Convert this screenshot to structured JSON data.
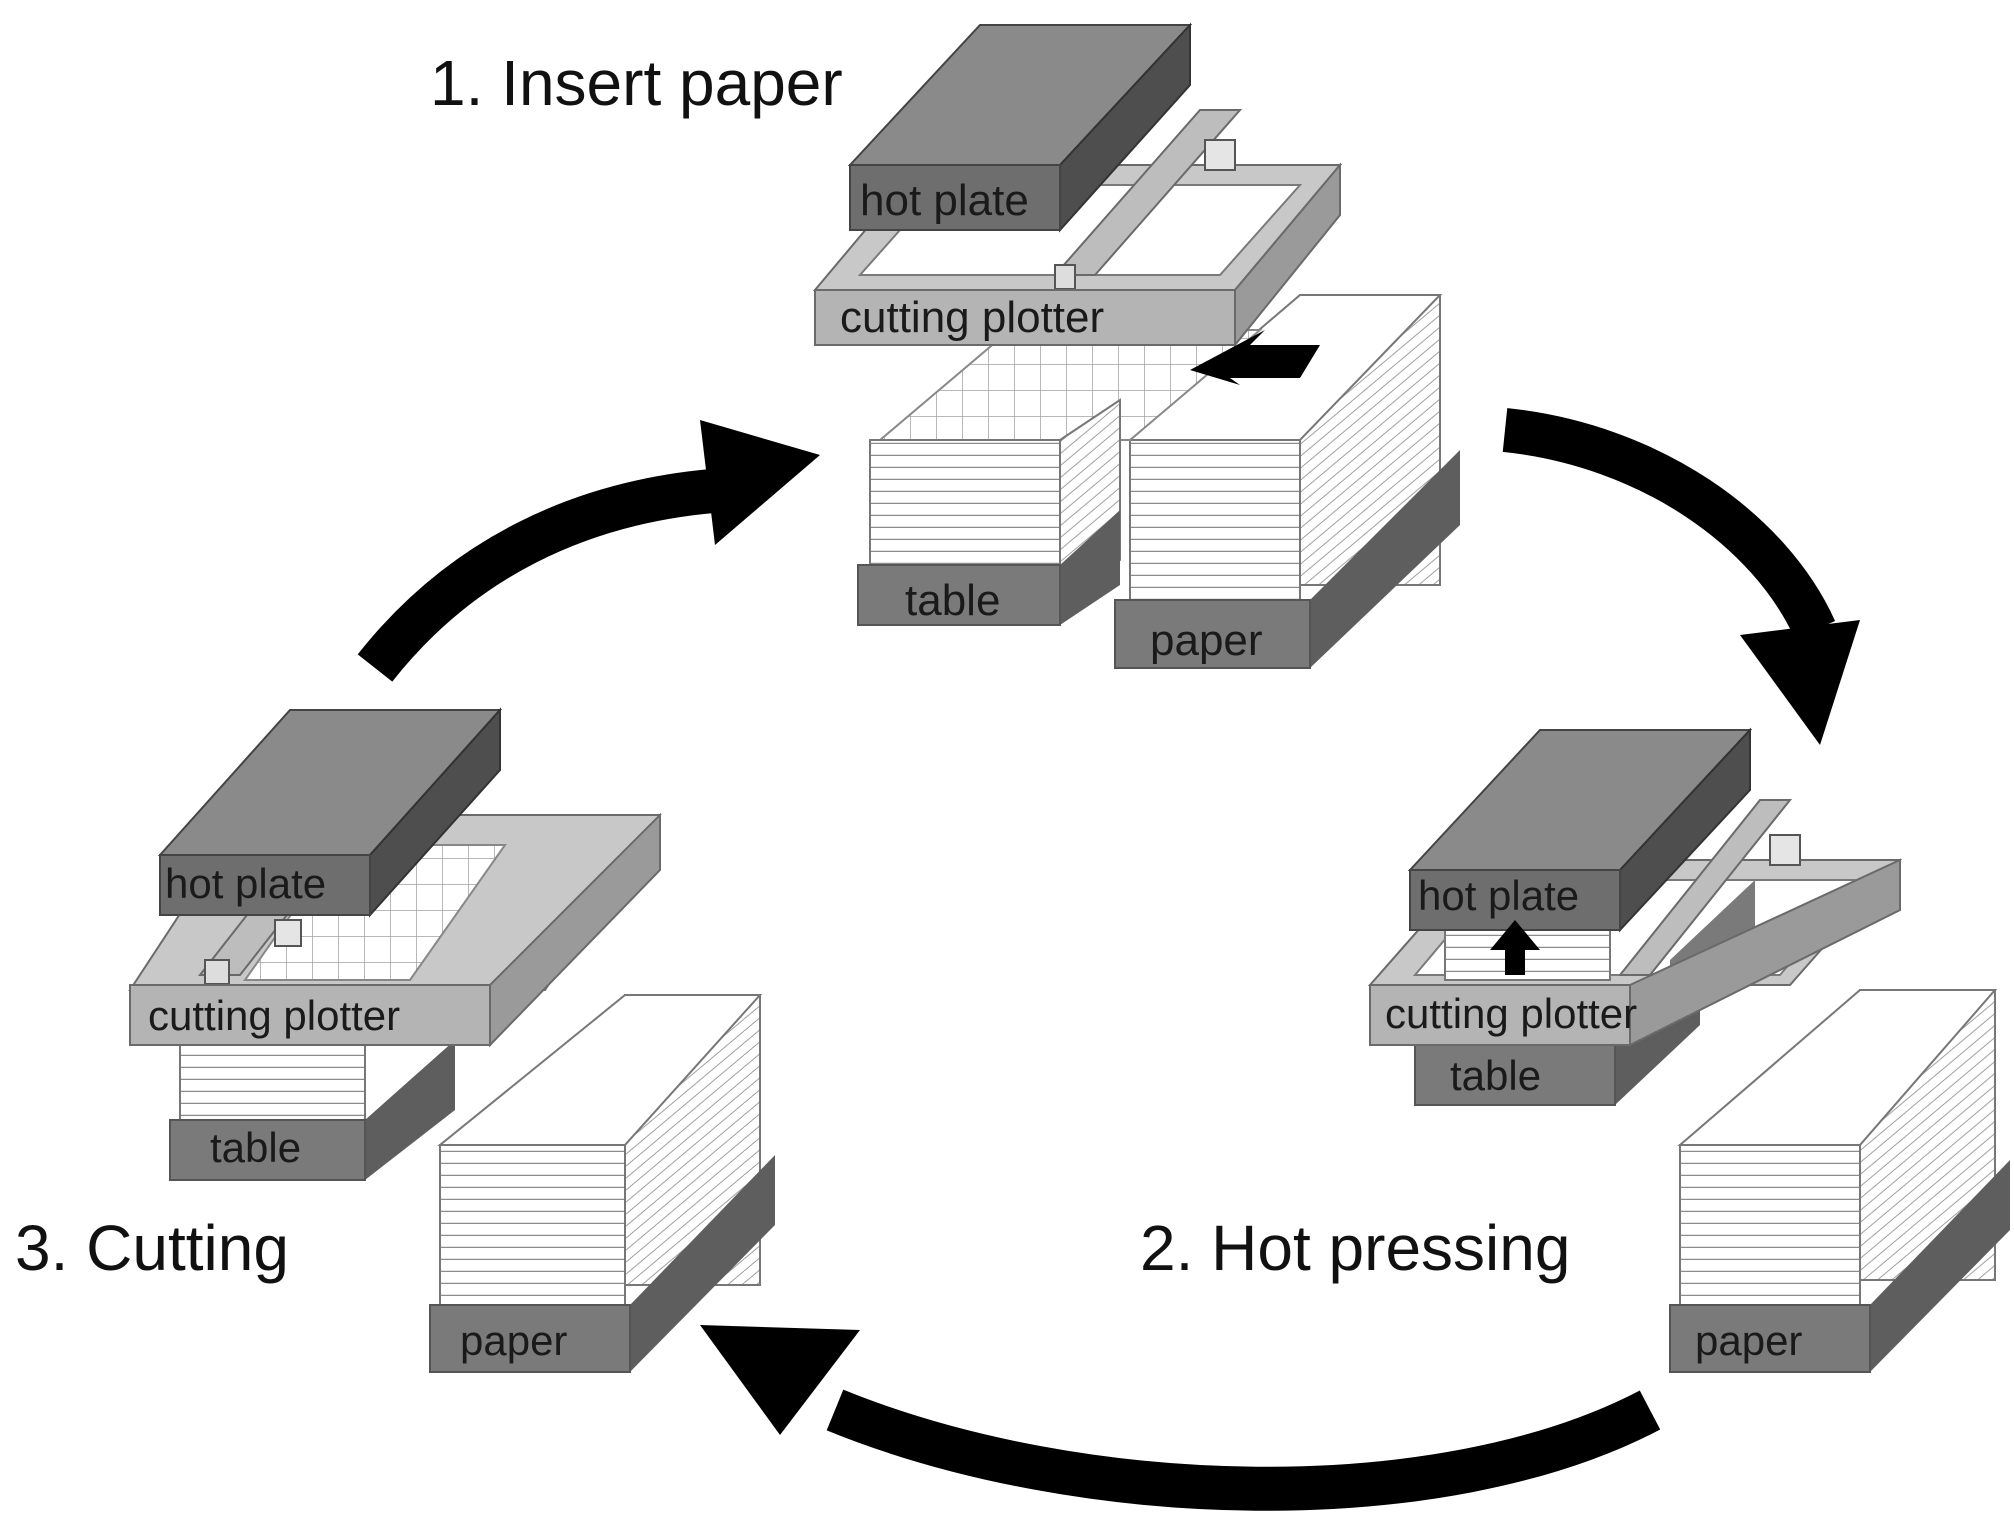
{
  "steps": [
    {
      "title": "1. Insert paper",
      "hot_plate": "hot plate",
      "cutting_plotter": "cutting plotter",
      "table": "table",
      "paper": "paper"
    },
    {
      "title": "2. Hot pressing",
      "hot_plate": "hot plate",
      "cutting_plotter": "cutting plotter",
      "table": "table",
      "paper": "paper"
    },
    {
      "title": "3. Cutting",
      "hot_plate": "hot plate",
      "cutting_plotter": "cutting plotter",
      "table": "table",
      "paper": "paper"
    }
  ],
  "colors": {
    "hot_plate_front": "#6e6e6e",
    "hot_plate_top": "#8a8a8a",
    "plotter_front": "#b4b4b4",
    "plotter_top": "#c8c8c8",
    "base_front": "#7a7a7a",
    "base_side": "#5e5e5e",
    "arrow": "#000000"
  },
  "icons": [
    "cycle-arrow-icon",
    "insert-arrow-icon",
    "lift-arrow-icon"
  ]
}
